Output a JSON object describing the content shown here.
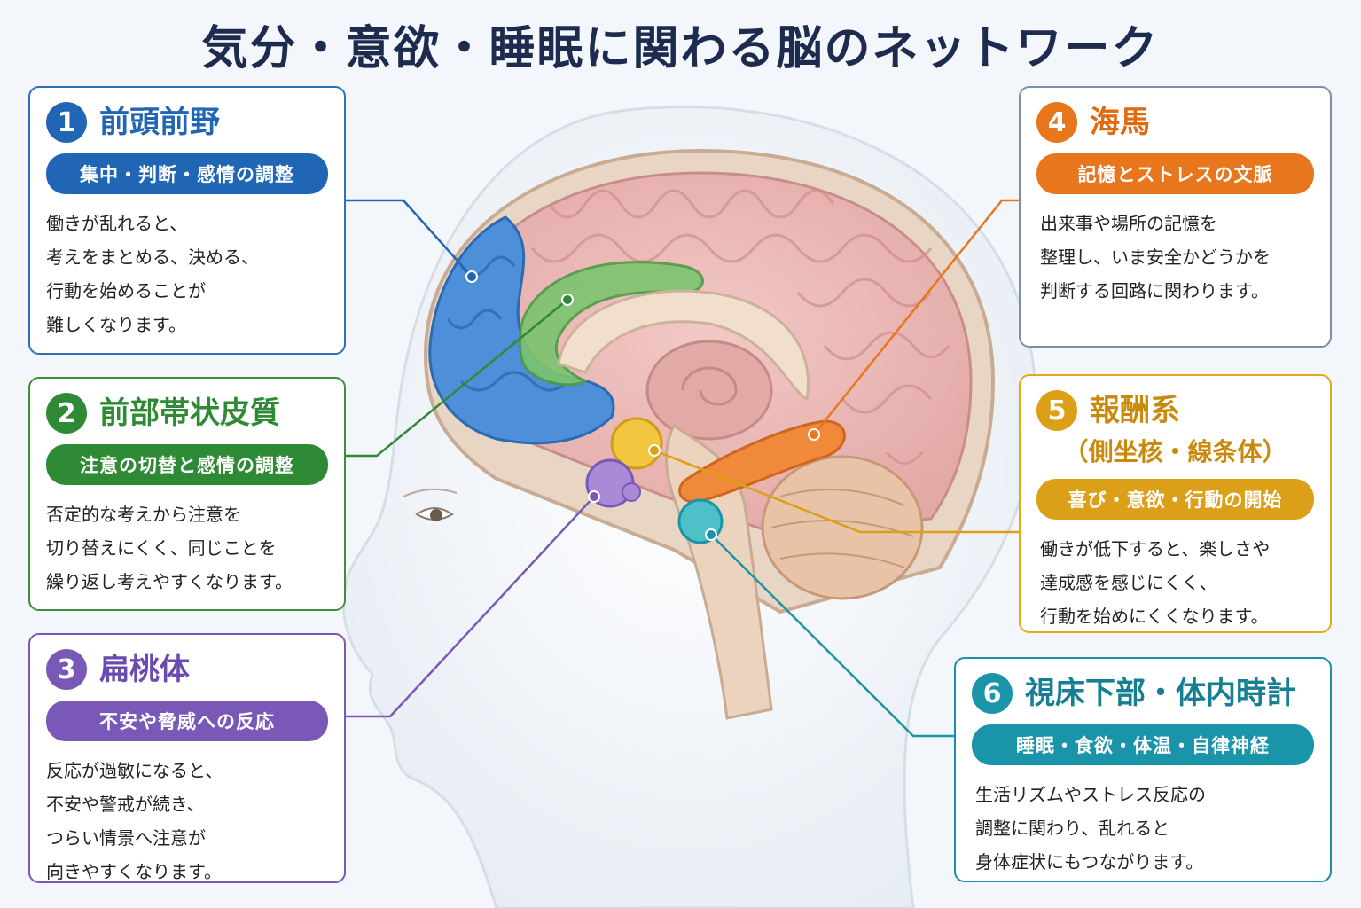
{
  "title": "気分・意欲・睡眠に関わる脳のネットワーク",
  "colors": {
    "blue": "#2166b5",
    "green": "#2f8a36",
    "purple": "#7a58b8",
    "orange": "#e8761c",
    "gold": "#dca018",
    "teal": "#1a94a8"
  },
  "cards": [
    {
      "num": "1",
      "title": "前頭前野",
      "pill": "集中・判断・感情の調整",
      "lines": [
        "働きが乱れると、",
        "考えをまとめる、決める、",
        "行動を始めることが",
        "難しくなります。"
      ]
    },
    {
      "num": "2",
      "title": "前部帯状皮質",
      "pill": "注意の切替と感情の調整",
      "lines": [
        "否定的な考えから注意を",
        "切り替えにくく、同じことを",
        "繰り返し考えやすくなります。"
      ]
    },
    {
      "num": "3",
      "title": "扁桃体",
      "pill": "不安や脅威への反応",
      "lines": [
        "反応が過敏になると、",
        "不安や警戒が続き、",
        "つらい情景へ注意が",
        "向きやすくなります。"
      ]
    },
    {
      "num": "4",
      "title": "海馬",
      "pill": "記憶とストレスの文脈",
      "lines": [
        "出来事や場所の記憶を",
        "整理し、いま安全かどうかを",
        "判断する回路に関わります。"
      ]
    },
    {
      "num": "5",
      "title": "報酬系",
      "subtitle": "（側坐核・線条体）",
      "pill": "喜び・意欲・行動の開始",
      "lines": [
        "働きが低下すると、楽しさや",
        "達成感を感じにくく、",
        "行動を始めにくくなります。"
      ]
    },
    {
      "num": "6",
      "title": "視床下部・体内時計",
      "pill": "睡眠・食欲・体温・自律神経",
      "lines": [
        "生活リズムやストレス反応の",
        "調整に関わり、乱れると",
        "身体症状にもつながります。"
      ]
    }
  ]
}
